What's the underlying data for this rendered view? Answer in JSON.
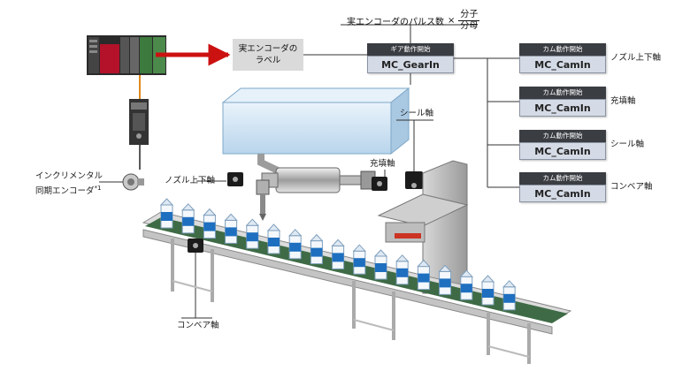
{
  "formula": {
    "prefix": "実エンコーダのパルス数",
    "times": "×",
    "numerator": "分子",
    "denominator": "分母"
  },
  "encoder_label_box": {
    "line1": "実エンコーダの",
    "line2": "ラベル"
  },
  "gear_block": {
    "header": "ギア動作開始",
    "name": "MC_GearIn"
  },
  "cam_blocks": [
    {
      "header": "カム動作開始",
      "name": "MC_CamIn",
      "axis": "ノズル上下軸"
    },
    {
      "header": "カム動作開始",
      "name": "MC_CamIn",
      "axis": "充填軸"
    },
    {
      "header": "カム動作開始",
      "name": "MC_CamIn",
      "axis": "シール軸"
    },
    {
      "header": "カム動作開始",
      "name": "MC_CamIn",
      "axis": "コンベア軸"
    }
  ],
  "machine_labels": {
    "seal_axis": "シール軸",
    "fill_axis": "充填軸",
    "nozzle_axis": "ノズル上下軸",
    "conveyor_axis": "コンベア軸",
    "encoder_line1": "インクリメンタル",
    "encoder_line2": "同期エンコーダ",
    "encoder_note": "*1"
  },
  "colors": {
    "block_header": "#3a3d42",
    "block_body": "#d5dbe6",
    "arrow": "#cc1111",
    "conveyor_belt": "#3e6b46",
    "tank": "#cfe4f4"
  }
}
